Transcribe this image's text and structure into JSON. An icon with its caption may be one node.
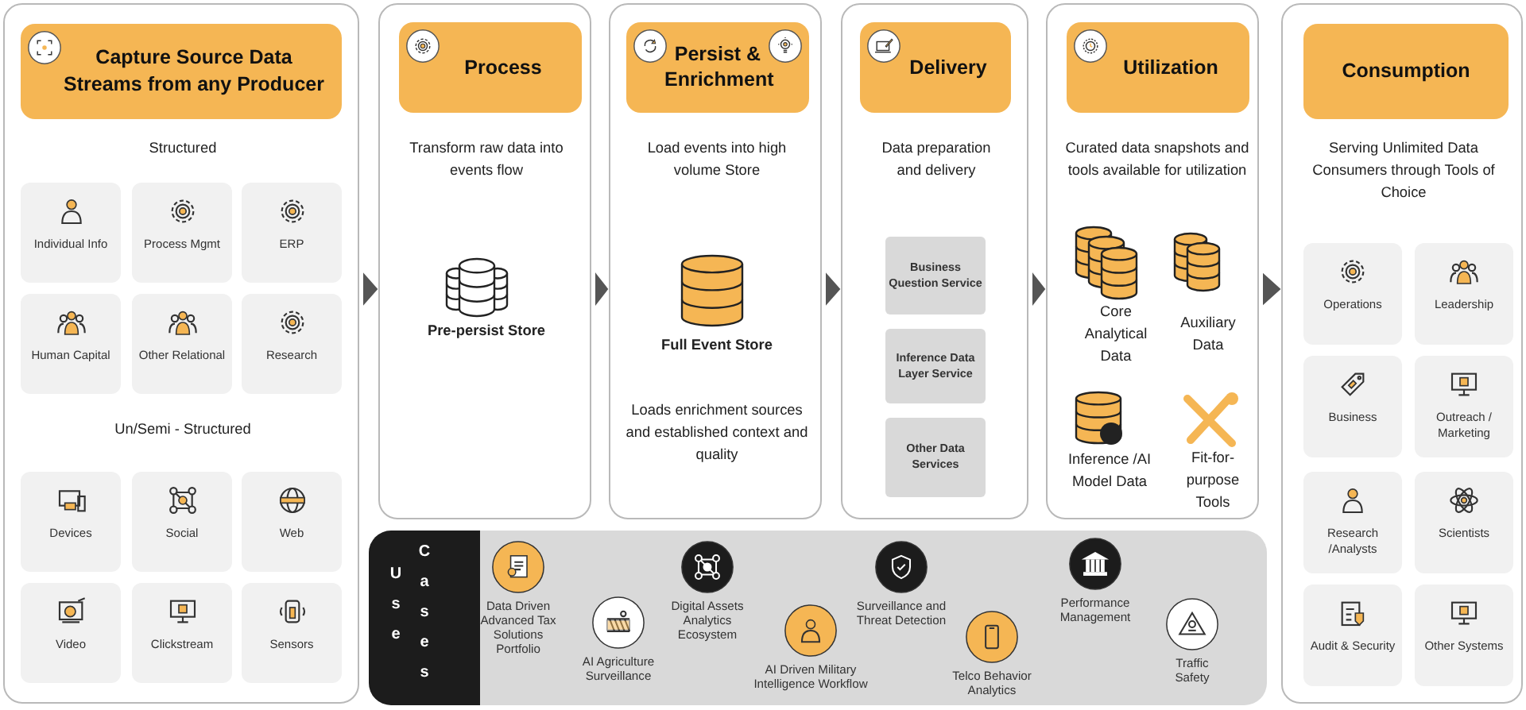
{
  "diagram": {
    "nodes": [
      {
        "text": [
          "Structured",
          "Un/Semi - Structured"
        ]
      },
      {
        "text": [
          "Capture Source Data Streams from any Producer"
        ],
        "in": 0
      },
      {
        "text": [
          "Individual Info"
        ],
        "in": 0
      },
      {
        "text": [
          "Process Mgmt"
        ],
        "in": 0
      },
      {
        "text": [
          "ERP"
        ],
        "in": 0
      },
      {
        "text": [
          "Human Capital"
        ],
        "in": 0
      },
      {
        "text": [
          "Other Relational"
        ],
        "in": 0
      },
      {
        "text": [
          "Research"
        ],
        "in": 0
      },
      {
        "text": [
          "Devices"
        ],
        "in": 0
      },
      {
        "text": [
          "Social"
        ],
        "in": 0
      },
      {
        "text": [
          "Web"
        ],
        "in": 0
      },
      {
        "text": [
          "Video"
        ],
        "in": 0
      },
      {
        "text": [
          "Clickstream"
        ],
        "in": 0
      },
      {
        "text": [
          "Sensors"
        ],
        "in": 0
      },
      {
        "text": [
          "Transform raw data into events flow",
          "Pre-persist Store"
        ]
      },
      {
        "text": [
          "Process"
        ],
        "in": 14
      },
      {
        "text": [
          "Load events into high volume Store",
          "Full Event Store",
          "Loads enrichment sources and established context and quality"
        ]
      },
      {
        "text": [
          "Persist & Enrichment"
        ],
        "in": 16
      },
      {
        "text": [
          "Data preparation and delivery"
        ]
      },
      {
        "text": [
          "Delivery"
        ],
        "in": 18
      },
      {
        "text": [
          "Business Question Service"
        ],
        "in": 18
      },
      {
        "text": [
          "Inference Data Layer Service"
        ],
        "in": 18
      },
      {
        "text": [
          "Other Data Services"
        ],
        "in": 18
      },
      {
        "text": [
          "Curated data snapshots and  tools available for utilization",
          "Core Analytical Data",
          "Auxiliary Data",
          "Inference /AI Model Data",
          "Fit-for-purpose Tools"
        ]
      },
      {
        "text": [
          "Utilization"
        ],
        "in": 23
      },
      {
        "text": [
          "Serving Unlimited Data Consumers through Tools of Choice"
        ]
      },
      {
        "text": [
          "Consumption"
        ],
        "in": 25
      },
      {
        "text": [
          "Operations"
        ],
        "in": 25
      },
      {
        "text": [
          "Leadership"
        ],
        "in": 25
      },
      {
        "text": [
          "Business"
        ],
        "in": 25
      },
      {
        "text": [
          "Outreach / Marketing"
        ],
        "in": 25
      },
      {
        "text": [
          "Research /Analysts"
        ],
        "in": 25
      },
      {
        "text": [
          "Scientists"
        ],
        "in": 25
      },
      {
        "text": [
          "Audit & Security"
        ],
        "in": 25
      },
      {
        "text": [
          "Other Systems"
        ],
        "in": 25
      },
      {
        "text": [
          "Use",
          "Cases"
        ]
      },
      {
        "text": [
          "Data Driven Advanced Tax Solutions Portfolio"
        ],
        "in": 35
      },
      {
        "text": [
          "AI Agriculture Surveillance"
        ],
        "in": 35
      },
      {
        "text": [
          "Digital Assets Analytics Ecosystem"
        ],
        "in": 35
      },
      {
        "text": [
          "AI Driven Military Intelligence Workflow"
        ],
        "in": 35
      },
      {
        "text": [
          "Surveillance and Threat Detection"
        ],
        "in": 35
      },
      {
        "text": [
          "Telco Behavior Analytics"
        ],
        "in": 35
      },
      {
        "text": [
          "Performance Management"
        ],
        "in": 35
      },
      {
        "text": [
          "Traffic Safety"
        ],
        "in": 35
      }
    ],
    "edges": [
      {
        "from": 0,
        "to": 14,
        "arrow": "to"
      },
      {
        "from": 14,
        "to": 16,
        "arrow": "to"
      },
      {
        "from": 16,
        "to": 18,
        "arrow": "to"
      },
      {
        "from": 18,
        "to": 23,
        "arrow": "to"
      },
      {
        "from": 23,
        "to": 25,
        "arrow": "to"
      }
    ]
  }
}
